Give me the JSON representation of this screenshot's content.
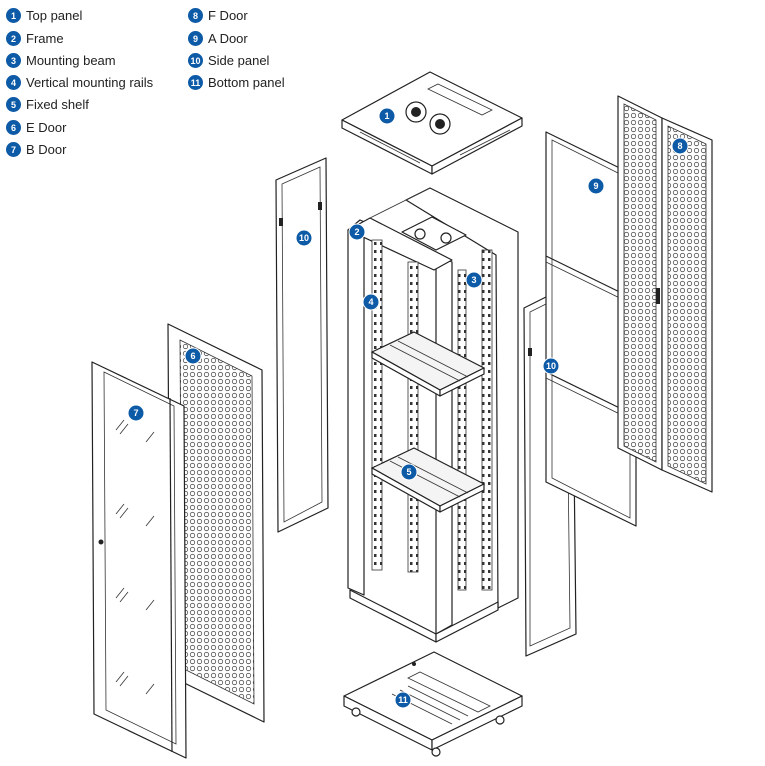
{
  "legend": [
    {
      "num": "1",
      "label": "Top panel"
    },
    {
      "num": "2",
      "label": "Frame"
    },
    {
      "num": "3",
      "label": "Mounting beam"
    },
    {
      "num": "4",
      "label": "Vertical mounting rails"
    },
    {
      "num": "5",
      "label": "Fixed shelf"
    },
    {
      "num": "6",
      "label": "E Door"
    },
    {
      "num": "7",
      "label": "B Door"
    },
    {
      "num": "8",
      "label": "F Door"
    },
    {
      "num": "9",
      "label": "A Door"
    },
    {
      "num": "10",
      "label": "Side panel"
    },
    {
      "num": "11",
      "label": "Bottom panel"
    }
  ],
  "callouts": {
    "c1": "1",
    "c2": "2",
    "c3": "3",
    "c4": "4",
    "c5": "5",
    "c6": "6",
    "c7": "7",
    "c8": "8",
    "c9": "9",
    "c10a": "10",
    "c10b": "10",
    "c11": "11"
  },
  "colors": {
    "badge": "#0d5aa7",
    "line": "#222222"
  }
}
